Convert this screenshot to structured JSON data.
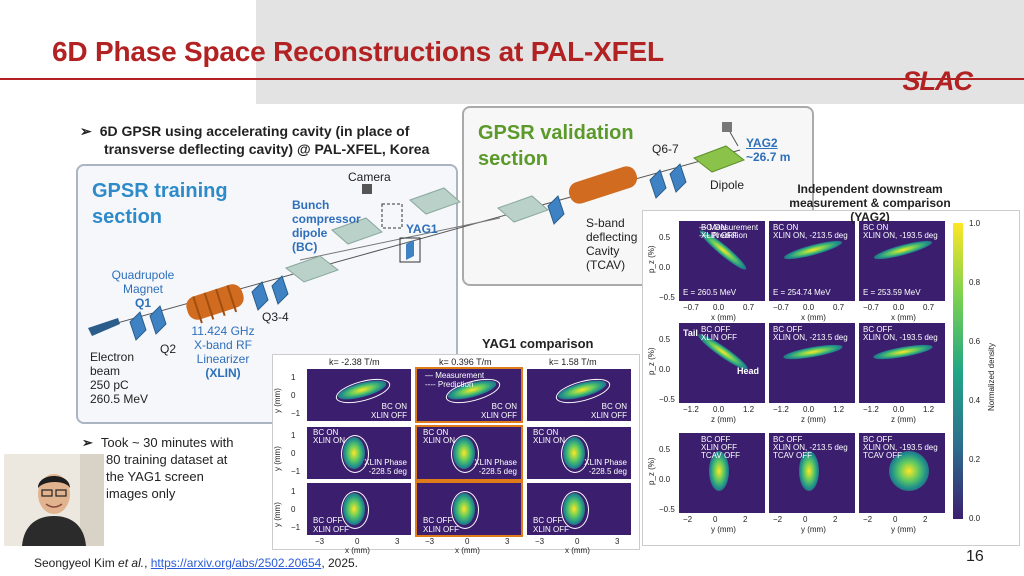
{
  "slide": {
    "title": "6D Phase Space Reconstructions at PAL-XFEL",
    "logo_text": "SLAC",
    "page_number": "16",
    "accent_color": "#b22222"
  },
  "bullets": {
    "first_line1": "6D GPSR using accelerating cavity (in place of",
    "first_line2": "transverse deflecting cavity) @ PAL-XFEL, Korea",
    "second_line1": "Took ~ 30 minutes with",
    "second_line2": "80 training dataset at",
    "second_line3": "the YAG1 screen",
    "second_line4": "images only",
    "mark": "➢"
  },
  "training_section": {
    "title_line1": "GPSR training",
    "title_line2": "section",
    "quad_line1": "Quadrupole",
    "quad_line2": "Magnet",
    "quad_line3": "Q1",
    "q2": "Q2",
    "q34": "Q3-4",
    "xlin_line1": "11.424 GHz",
    "xlin_line2": "X-band RF",
    "xlin_line3": "Linearizer",
    "xlin_line4": "(XLIN)",
    "beam_line1": "Electron",
    "beam_line2": "beam",
    "beam_line3": "250 pC",
    "beam_line4": "260.5 MeV",
    "bc_line1": "Bunch",
    "bc_line2": "compressor",
    "bc_line3": "dipole",
    "bc_line4": "(BC)",
    "camera": "Camera",
    "yag1": "YAG1"
  },
  "validation_section": {
    "title_line1": "GPSR validation",
    "title_line2": "section",
    "q67": "Q6-7",
    "yag2_line1": "YAG2",
    "yag2_line2": "~26.7 m",
    "dipole": "Dipole",
    "sband_line1": "S-band",
    "sband_line2": "deflecting",
    "sband_line3": "Cavity",
    "sband_line4": "(TCAV)"
  },
  "yag1_panel": {
    "title": "YAG1 comparison",
    "col_headers": [
      "k= -2.38 T/m",
      "k= 0.396 T/m",
      "k= 1.58 T/m"
    ],
    "legend": [
      "— Measurement",
      "---- Prediction"
    ],
    "rows": [
      {
        "labels": [
          "BC ON",
          "XLIN OFF"
        ]
      },
      {
        "labels": [
          "BC ON",
          "XLIN ON",
          "XLIN Phase",
          "-228.5 deg"
        ]
      },
      {
        "labels": [
          "BC OFF",
          "XLIN OFF"
        ]
      }
    ],
    "y_axis_label": "y (mm)",
    "x_axis_label": "x (mm)",
    "y_ticks": [
      "1",
      "0",
      "−1"
    ],
    "x_ticks": [
      "−3",
      "0",
      "3"
    ]
  },
  "yag2_panel": {
    "title_line1": "Independent downstream",
    "title_line2": "measurement & comparison (YAG2)",
    "legend": [
      "— Measurement",
      "---- Prediction"
    ],
    "row1": [
      [
        "BC ON",
        "XLIN OFF",
        "E = 260.5 MeV"
      ],
      [
        "BC ON",
        "XLIN ON, -213.5 deg",
        "E = 254.74 MeV"
      ],
      [
        "BC ON",
        "XLIN ON, -193.5 deg",
        "E = 253.59 MeV"
      ]
    ],
    "row2": [
      [
        "BC OFF",
        "XLIN OFF",
        "Tail",
        "Head"
      ],
      [
        "BC OFF",
        "XLIN ON, -213.5 deg"
      ],
      [
        "BC OFF",
        "XLIN ON, -193.5 deg"
      ]
    ],
    "row3": [
      [
        "BC OFF",
        "XLIN OFF",
        "TCAV OFF"
      ],
      [
        "BC OFF",
        "XLIN ON, -213.5 deg",
        "TCAV OFF"
      ],
      [
        "BC OFF",
        "XLIN ON, -193.5 deg",
        "TCAV OFF"
      ]
    ],
    "row1_yticks": [
      "0.5",
      "0.0",
      "−0.5"
    ],
    "row1_xticks": [
      "−0.7",
      "0.0",
      "0.7"
    ],
    "row2_xticks": [
      "−1.2",
      "0.0",
      "1.2"
    ],
    "row3_xticks": [
      "−2",
      "0",
      "2"
    ],
    "row1_xlabel": "x (mm)",
    "row2_xlabel": "z (mm)",
    "row3_xlabel": "y (mm)",
    "y_label": "p_z (%)",
    "colorbar_label": "Normalized density",
    "colorbar_ticks": [
      "1.0",
      "0.8",
      "0.6",
      "0.4",
      "0.2",
      "0.0"
    ]
  },
  "footer": {
    "author": "Seongyeol Kim",
    "etal": " et al.",
    "sep": ", ",
    "link": "https://arxiv.org/abs/2502.20654",
    "year": ", 2025."
  }
}
